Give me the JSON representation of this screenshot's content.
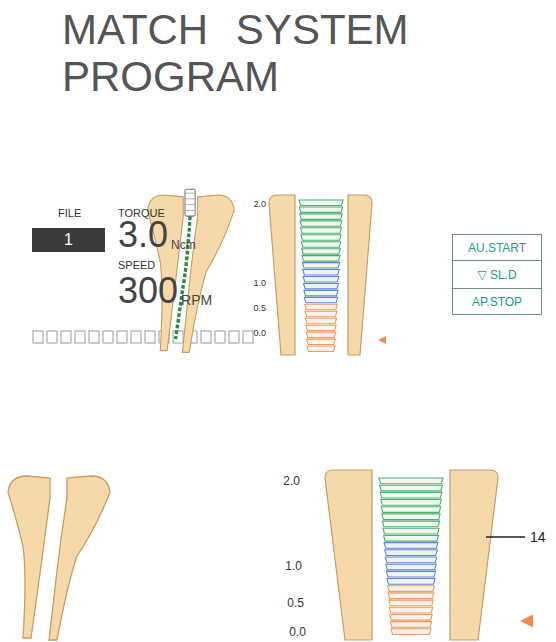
{
  "diagram": {
    "title": "MATCH SYSTEM PROGRAM",
    "nodes": [
      {
        "text": [
          "1"
        ]
      },
      {
        "text": [
          "AU.START"
        ]
      },
      {
        "text": [
          "▽ SL.D"
        ]
      },
      {
        "text": [
          "AP.STOP"
        ]
      }
    ],
    "labels": [
      "FILE",
      "TORQUE",
      "3.0",
      "Ncm",
      "SPEED",
      "300",
      "RPM",
      "2.0",
      "1.0",
      "0.5",
      "0.0",
      "2.0",
      "1.0",
      "0.5",
      "0.0",
      "14"
    ]
  }
}
